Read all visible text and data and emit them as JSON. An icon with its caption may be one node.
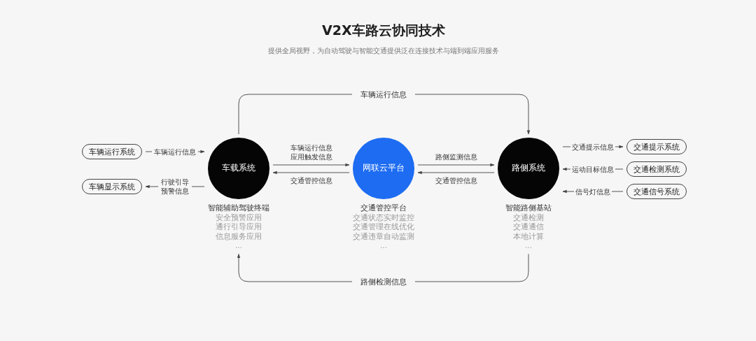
{
  "diagram": {
    "title": "V2X车路云协同技术",
    "nodes": [
      {
        "text": [
          "车辆运行系统"
        ]
      },
      {
        "text": [
          "车辆显示系统"
        ]
      },
      {
        "text": [
          "车载系统"
        ],
        "beside": [
          "智能辅助驾驶终端",
          "安全预警应用",
          "通行引导应用",
          "信息服务应用",
          "..."
        ]
      },
      {
        "text": [
          "网联云平台"
        ],
        "beside": [
          "交通管控平台",
          "交通状态实时监控",
          "交通管理在线优化",
          "交通违章自动监测",
          "..."
        ]
      },
      {
        "text": [
          "路侧系统"
        ],
        "beside": [
          "智能路侧基站",
          "交通检测",
          "交通通信",
          "本地计算",
          "..."
        ]
      },
      {
        "text": [
          "交通提示系统"
        ]
      },
      {
        "text": [
          "交通检测系统"
        ]
      },
      {
        "text": [
          "交通信号系统"
        ]
      }
    ],
    "edges": [
      {
        "from": 0,
        "to": 2,
        "arrow": "to",
        "label": "车辆运行信息"
      },
      {
        "from": 2,
        "to": 1,
        "arrow": "to",
        "label": "行驶引导预警信息"
      },
      {
        "from": 2,
        "to": 3,
        "arrow": "to",
        "label": "车辆运行信息应用触发信息"
      },
      {
        "from": 3,
        "to": 2,
        "arrow": "to",
        "label": "交通管控信息"
      },
      {
        "from": 3,
        "to": 4,
        "arrow": "to",
        "label": "路侧监测信息"
      },
      {
        "from": 4,
        "to": 3,
        "arrow": "to",
        "label": "交通管控信息"
      },
      {
        "from": 4,
        "to": 5,
        "arrow": "to",
        "label": "交通提示信息"
      },
      {
        "from": 6,
        "to": 4,
        "arrow": "to",
        "label": "运动目标信息"
      },
      {
        "from": 7,
        "to": 4,
        "arrow": "to",
        "label": "信号灯信息"
      },
      {
        "from": 2,
        "to": 4,
        "arrow": "to",
        "label": "车辆运行信息"
      },
      {
        "from": 4,
        "to": 2,
        "arrow": "to",
        "label": "路侧检测信息"
      }
    ],
    "labels": [
      "提供全局视野，为自动驾驶与智能交通提供泛在连接技术与端到端应用服务"
    ]
  }
}
